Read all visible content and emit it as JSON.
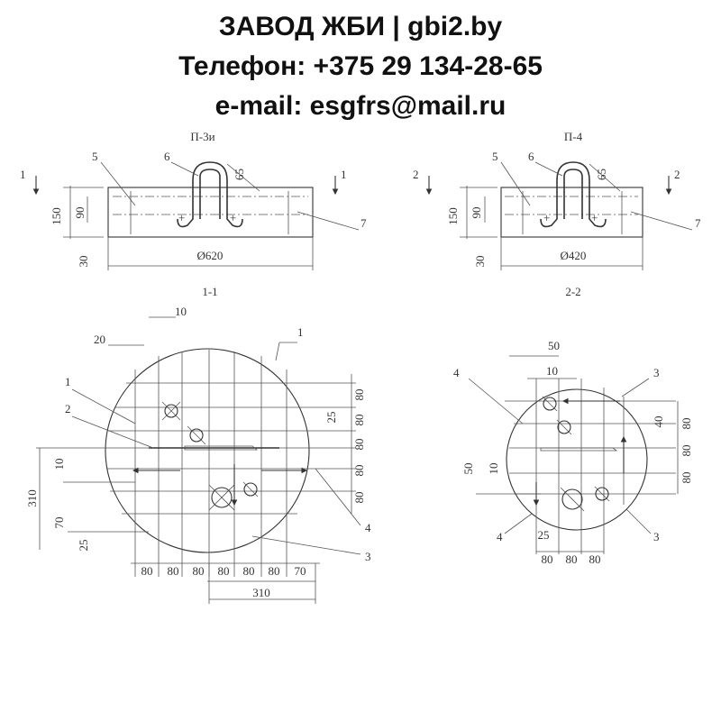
{
  "header": {
    "line1": "ЗАВОД ЖБИ | gbi2.by",
    "line2": "Телефон: +375 29 134-28-65",
    "line3": "e-mail: esgfrs@mail.ru"
  },
  "view_left": {
    "title": "П-3и",
    "diameter": "Ø620",
    "dim_height": "150",
    "dim_inner": "90",
    "dim_bottom": "30",
    "dim_loop": "65",
    "callout_5": "5",
    "callout_6": "6",
    "callout_7": "7",
    "section_mark": "1"
  },
  "view_right": {
    "title": "П-4",
    "diameter": "Ø420",
    "dim_height": "150",
    "dim_inner": "90",
    "dim_bottom": "30",
    "dim_loop": "65",
    "callout_5": "5",
    "callout_6": "6",
    "callout_7": "7",
    "section_mark": "2"
  },
  "section_1": {
    "title": "1-1",
    "dim_top_10": "10",
    "dim_top_20": "20",
    "dim_right": [
      "80",
      "25",
      "80",
      "80",
      "80",
      "80"
    ],
    "dim_left_310": "310",
    "dim_left_10": "10",
    "dim_left_70": "70",
    "dim_left_25": "25",
    "dim_bottom": [
      "80",
      "80",
      "80",
      "80",
      "80",
      "80",
      "70"
    ],
    "dim_bottom_310": "310",
    "callout_1a": "1",
    "callout_1b": "1",
    "callout_2": "2",
    "callout_3": "3",
    "callout_4": "4"
  },
  "section_2": {
    "title": "2-2",
    "dim_top_50": "50",
    "dim_top_10": "10",
    "dim_right_40": "40",
    "dim_right": [
      "80",
      "80",
      "80"
    ],
    "dim_left_50": "50",
    "dim_left_10": "10",
    "dim_bottom_25": "25",
    "dim_bottom": [
      "80",
      "80",
      "80"
    ],
    "callout_3a": "3",
    "callout_3b": "3",
    "callout_4a": "4",
    "callout_4b": "4"
  }
}
